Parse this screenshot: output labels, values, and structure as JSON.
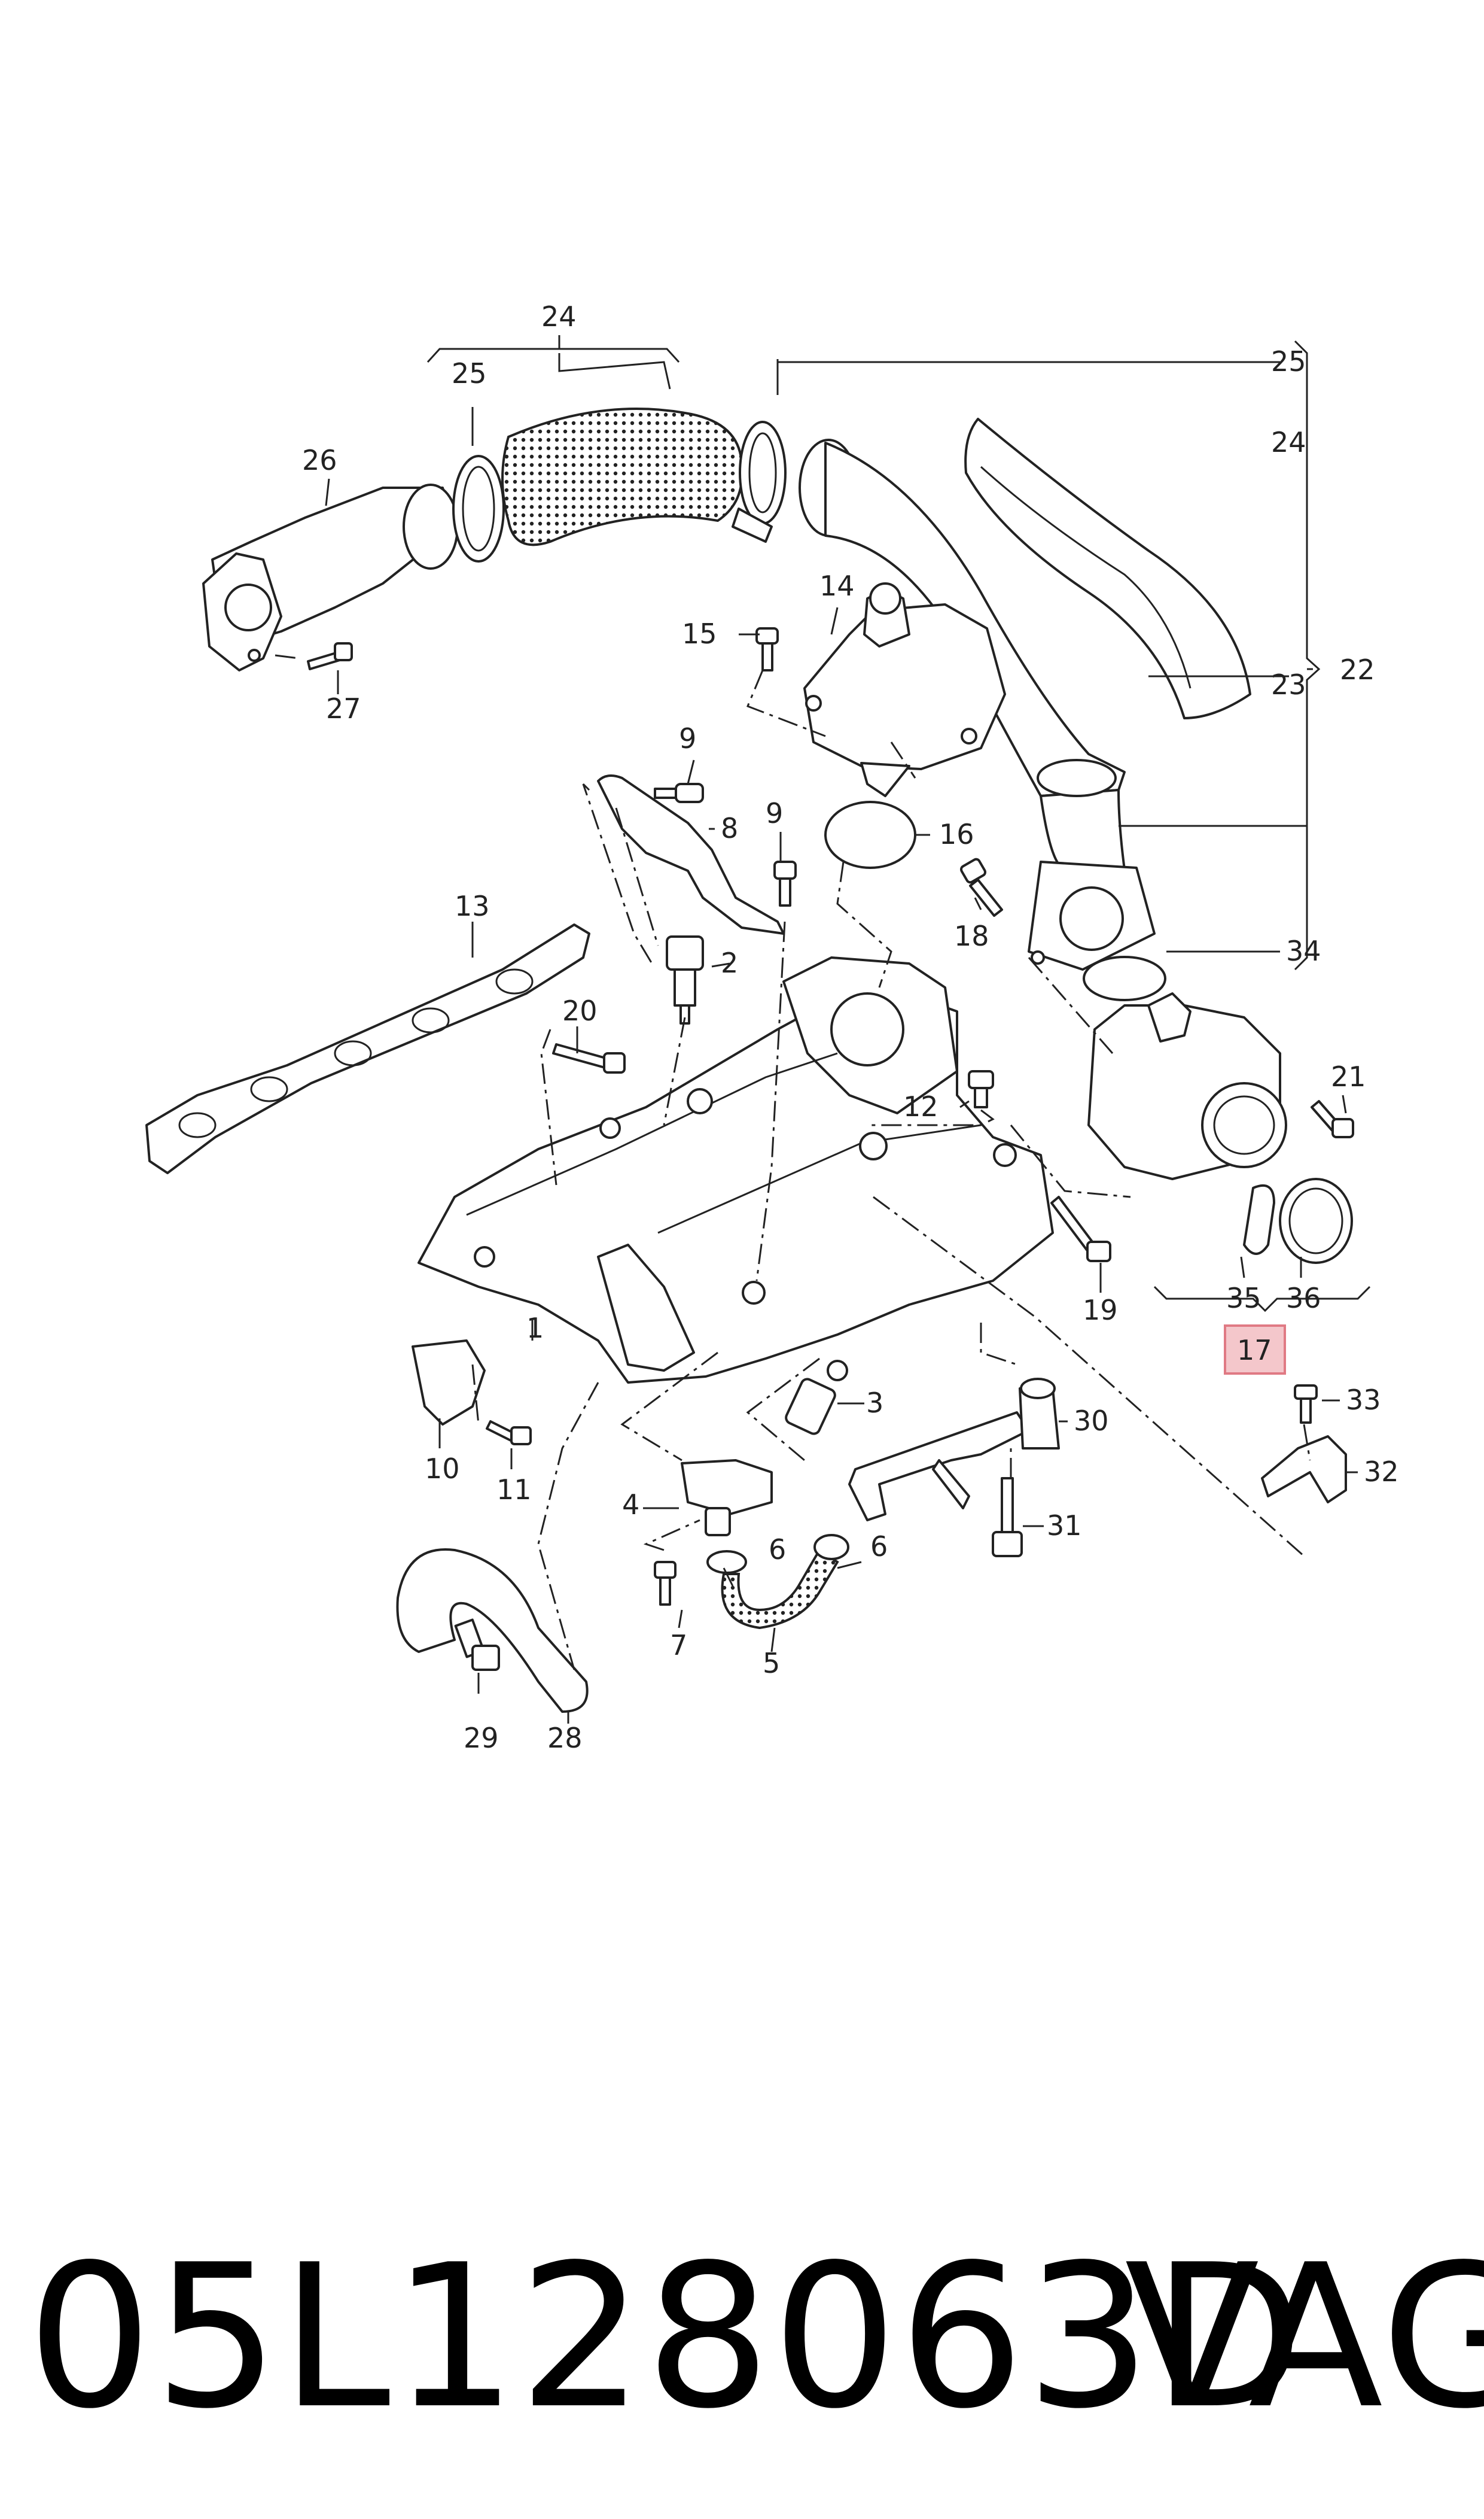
{
  "diagram": {
    "callouts": {
      "c1": "1",
      "c2": "2",
      "c3": "3",
      "c4": "4",
      "c5": "5",
      "c6a": "6",
      "c6b": "6",
      "c7": "7",
      "c8": "8",
      "c9a": "9",
      "c9b": "9",
      "c10": "10",
      "c11": "11",
      "c12": "12",
      "c13": "13",
      "c14": "14",
      "c15": "15",
      "c16": "16",
      "c17": "17",
      "c18": "18",
      "c19": "19",
      "c20": "20",
      "c21": "21",
      "c22": "22",
      "c23": "23",
      "c24a": "24",
      "c24b": "24",
      "c25a": "25",
      "c25b": "25",
      "c26": "26",
      "c27": "27",
      "c28": "28",
      "c29": "29",
      "c30": "30",
      "c31": "31",
      "c32": "32",
      "c33": "33",
      "c34": "34",
      "c35": "35",
      "c36": "36"
    },
    "highlight_color": "#f4c7cb",
    "highlight_border": "#e07a84"
  },
  "footer": {
    "part_number": "05L128063D",
    "brand": "VAG"
  }
}
